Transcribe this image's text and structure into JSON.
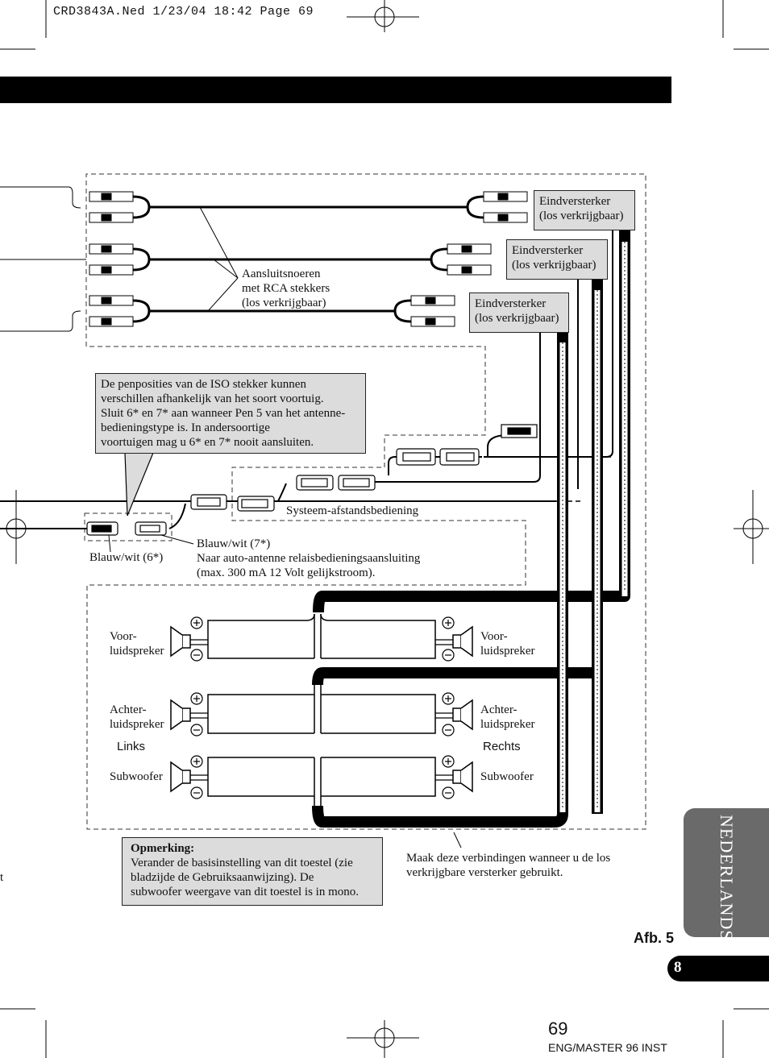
{
  "header": {
    "file_stamp": "CRD3843A.Ned  1/23/04 18:42  Page 69"
  },
  "amplifiers": [
    {
      "label": "Eindversterker\n(los verkrijgbaar)"
    },
    {
      "label": "Eindversterker\n(los verkrijgbaar)"
    },
    {
      "label": "Eindversterker\n(los verkrijgbaar)"
    }
  ],
  "rca_label": "Aansluitsnoeren\nmet RCA stekkers\n(los verkrijgbaar)",
  "iso_note": "De penposities van de ISO stekker kunnen\nverschillen afhankelijk van het soort voortuig.\nSluit 6* en 7* aan wanneer Pen 5 van het antenne-\nbedieningstype is. In andersoortige\nvoortuigen mag u 6* en 7* nooit aansluiten.",
  "remote_label": "Systeem-afstandsbediening",
  "blue_white_6": "Blauw/wit (6*)",
  "blue_white_7": "Blauw/wit (7*)\nNaar auto-antenne relaisbedieningsaansluiting\n(max. 300 mA 12 Volt gelijkstroom).",
  "speakers": {
    "front_left": "Voor-\nluidspreker",
    "rear_left": "Achter-\nluidspreker",
    "sub_left": "Subwoofer",
    "front_right": "Voor-\nluidspreker",
    "rear_right": "Achter-\nluidspreker",
    "sub_right": "Subwoofer",
    "left_side": "Links",
    "right_side": "Rechts"
  },
  "note": {
    "title": "Opmerking:",
    "body": "Verander de basisinstelling van dit toestel (zie\nbladzijde de Gebruiksaanwijzing). De\nsubwoofer weergave van dit toestel is in mono."
  },
  "amp_connection_note": "Maak deze verbindingen wanneer u de los\nverkrijgbare versterker gebruikt.",
  "figure_label": "Afb. 5",
  "side_tab": "NEDERLANDS",
  "section_number": "8",
  "page_number": "69",
  "footer": "ENG/MASTER 96 INST",
  "edge_fragment": "t"
}
